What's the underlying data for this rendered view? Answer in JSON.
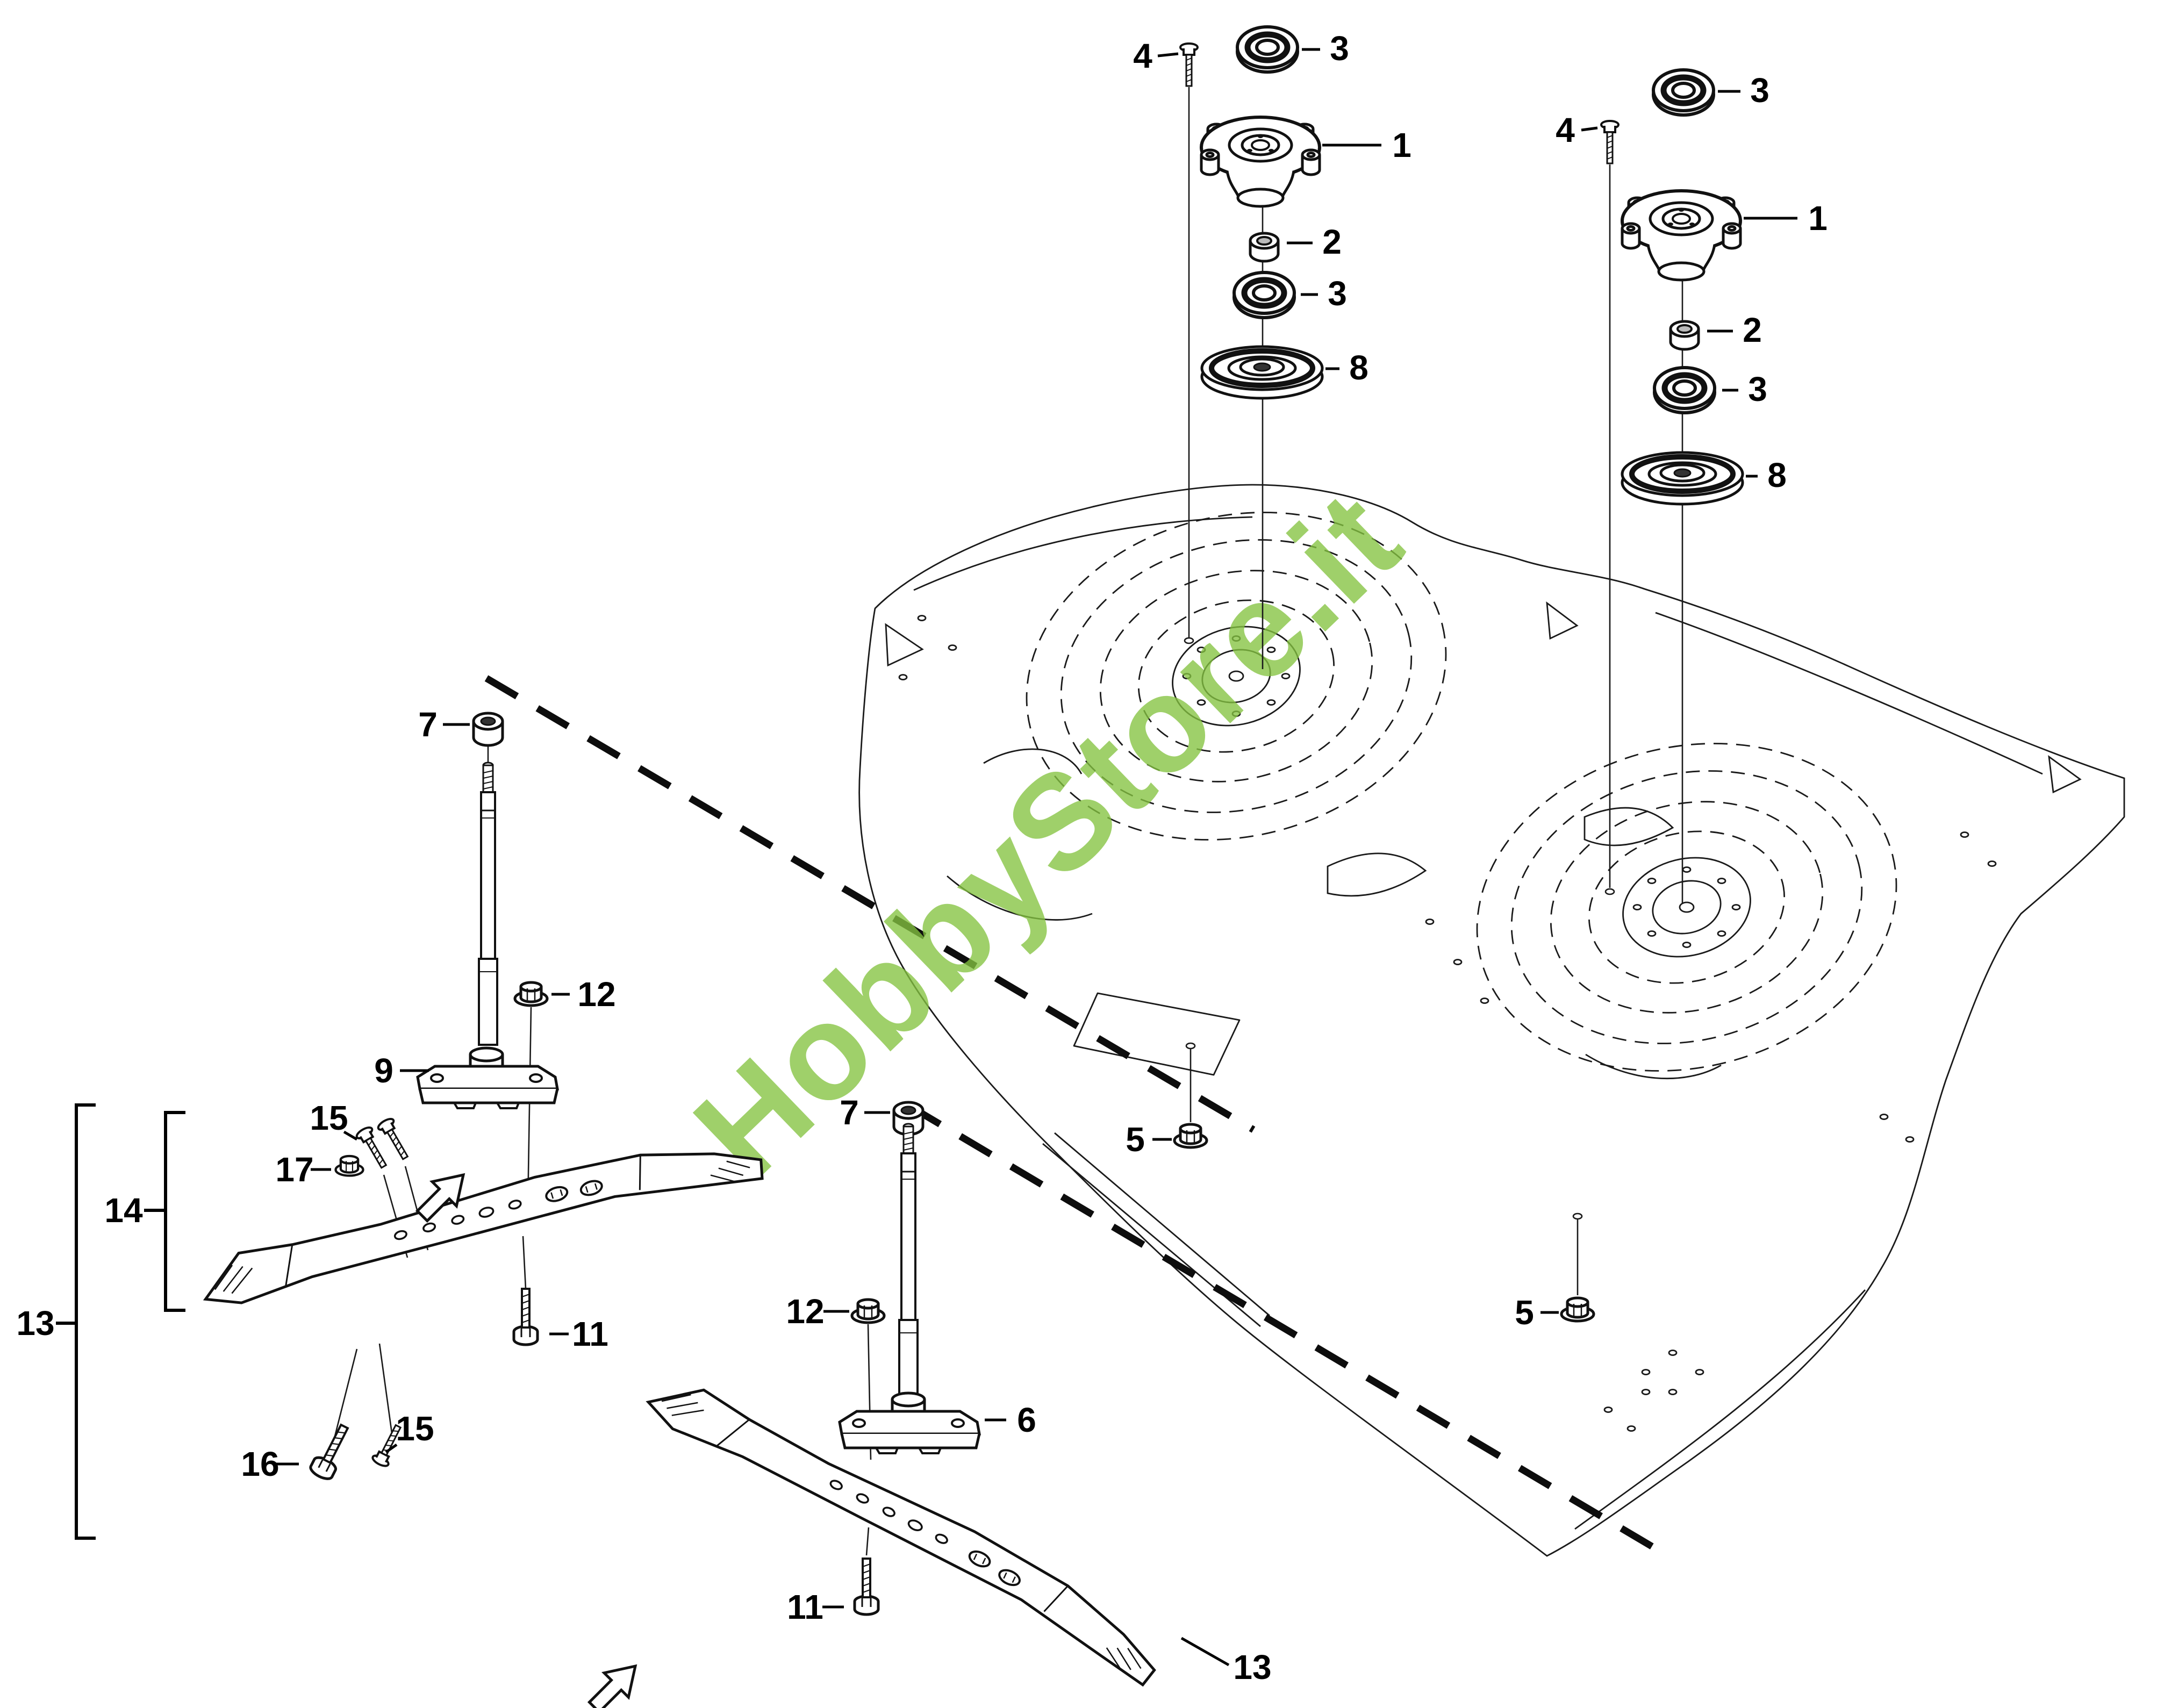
{
  "watermark": {
    "text": "HobbyStore.it",
    "color": "#85C341"
  },
  "colors": {
    "line": "#1a1a1a",
    "watermark_green": "#85C341"
  },
  "callouts": {
    "spindle_left_screw": "4",
    "spindle_left_bearing_top": "3",
    "spindle_left_housing": "1",
    "spindle_left_spacer": "2",
    "spindle_left_bearing_lower": "3",
    "spindle_left_pulley": "8",
    "spindle_right_bearing_top": "3",
    "spindle_right_screw": "4",
    "spindle_right_housing": "1",
    "spindle_right_spacer": "2",
    "spindle_right_bearing_lower": "3",
    "spindle_right_pulley": "8",
    "deck_nut_left": "5",
    "deck_nut_right": "5",
    "left_bushing": "7",
    "left_flange_nut": "12",
    "left_blade_holder": "9",
    "left_screws_upper": "15",
    "left_lock_nut": "17",
    "left_blade_bolt": "11",
    "left_screw_lower": "15",
    "left_carriage_bolt": "16",
    "left_blade_bracket": "14",
    "left_assembly_bracket": "13",
    "center_bushing": "7",
    "center_flange_nut": "12",
    "center_blade_holder": "6",
    "center_blade_bolt": "11",
    "center_blade": "13"
  }
}
